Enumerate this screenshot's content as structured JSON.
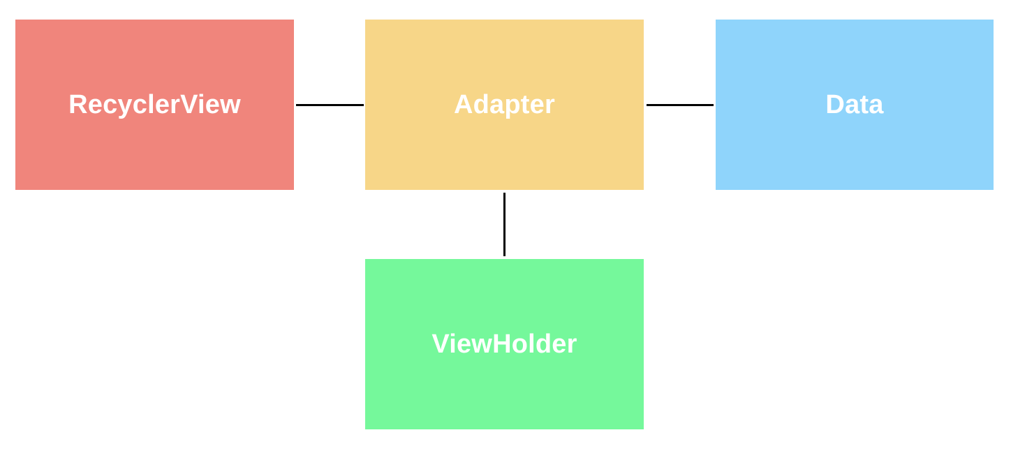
{
  "nodes": {
    "recyclerview": {
      "label": "RecyclerView",
      "color": "#F0857C"
    },
    "adapter": {
      "label": "Adapter",
      "color": "#F7D688"
    },
    "data": {
      "label": "Data",
      "color": "#8FD4FB"
    },
    "viewholder": {
      "label": "ViewHolder",
      "color": "#75F89B"
    }
  },
  "edges": [
    {
      "from": "RecyclerView",
      "to": "Adapter"
    },
    {
      "from": "Adapter",
      "to": "Data"
    },
    {
      "from": "Adapter",
      "to": "ViewHolder"
    }
  ],
  "line_color": "#000000"
}
